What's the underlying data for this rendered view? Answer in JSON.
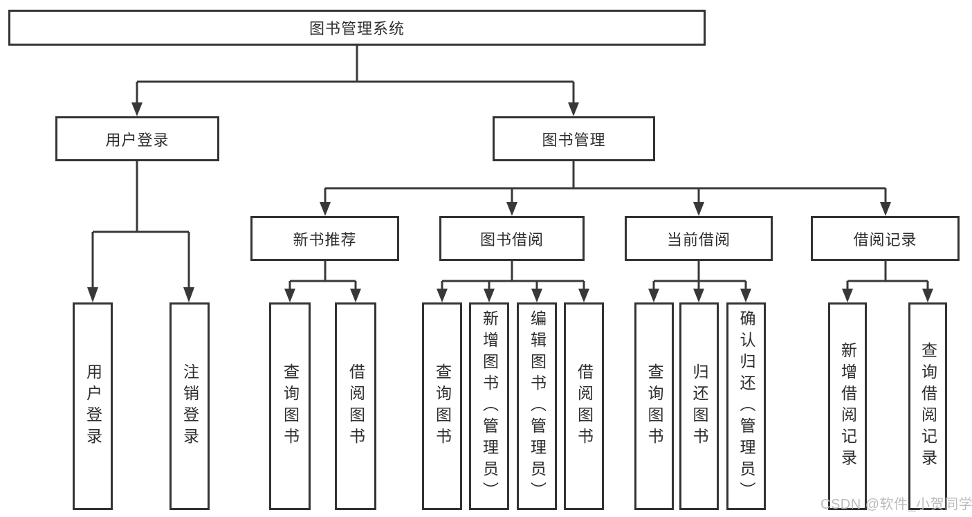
{
  "tree": {
    "label": "图书管理系统",
    "children": [
      {
        "label": "用户登录",
        "children": [
          {
            "label": "用户登录"
          },
          {
            "label": "注销登录"
          }
        ]
      },
      {
        "label": "图书管理",
        "children": [
          {
            "label": "新书推荐",
            "children": [
              {
                "label": "查询图书"
              },
              {
                "label": "借阅图书"
              }
            ]
          },
          {
            "label": "图书借阅",
            "children": [
              {
                "label": "查询图书"
              },
              {
                "label": "新增图书（管理员）"
              },
              {
                "label": "编辑图书（管理员）"
              },
              {
                "label": "借阅图书"
              }
            ]
          },
          {
            "label": "当前借阅",
            "children": [
              {
                "label": "查询图书"
              },
              {
                "label": "归还图书"
              },
              {
                "label": "确认归还（管理员）"
              }
            ]
          },
          {
            "label": "借阅记录",
            "children": [
              {
                "label": "新增借阅记录"
              },
              {
                "label": "查询借阅记录"
              }
            ]
          }
        ]
      }
    ]
  },
  "watermark": {
    "text": "CSDN @软件_小贺同学"
  },
  "colors": {
    "line": "#383838",
    "box_border": "#333333",
    "text": "#2e2e2e",
    "watermark": "#bcbcbc",
    "background": "#ffffff"
  }
}
